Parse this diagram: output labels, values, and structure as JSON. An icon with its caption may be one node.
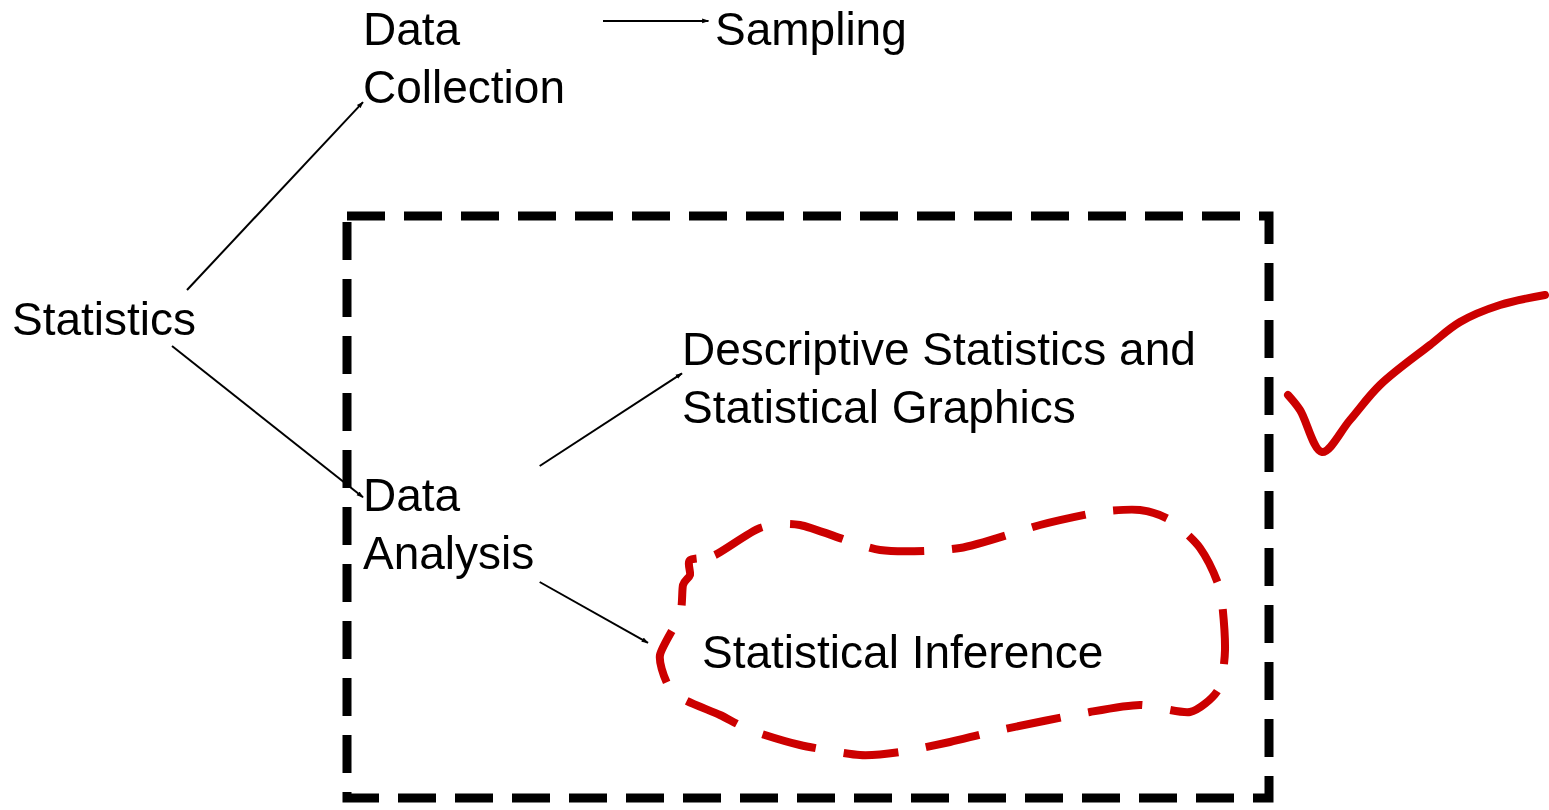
{
  "diagram": {
    "nodes": [
      {
        "text": [
          "Statistics"
        ]
      },
      {
        "text": [
          "Data Collection"
        ]
      },
      {
        "text": [
          "Sampling"
        ]
      },
      {
        "text": [],
        "shape": "box"
      },
      {
        "text": [
          "Data Analysis"
        ],
        "in": 3
      },
      {
        "text": [
          "Descriptive Statistics and Statistical Graphics"
        ],
        "in": 3
      },
      {
        "text": [
          "Statistical Inference"
        ],
        "in": 3
      }
    ],
    "edges": [
      {
        "from": 0,
        "to": 1,
        "arrow": "to"
      },
      {
        "from": 1,
        "to": 2,
        "arrow": "to"
      },
      {
        "from": 0,
        "to": 4,
        "arrow": "to"
      },
      {
        "from": 4,
        "to": 5,
        "arrow": "to"
      },
      {
        "from": 4,
        "to": 6,
        "arrow": "to"
      }
    ]
  }
}
